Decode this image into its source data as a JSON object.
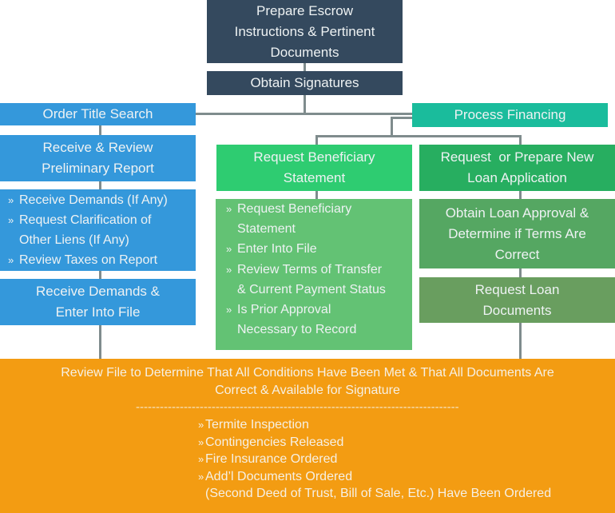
{
  "colors": {
    "navy": "#34495e",
    "blue": "#3498db",
    "teal": "#1abc9c",
    "green": "#2ecc71",
    "dark_green": "#27ae60",
    "light_green": "#63c274",
    "medium_green": "#55a762",
    "olive_green": "#699e5f",
    "orange": "#f39c12",
    "connector": "#7f8c8d"
  },
  "bullet": "»",
  "nodes": {
    "prepare_escrow": {
      "lines": [
        "Prepare Escrow",
        "Instructions & Pertinent",
        "Documents"
      ]
    },
    "obtain_signatures": {
      "lines": [
        "Obtain Signatures"
      ]
    },
    "order_title_search": {
      "lines": [
        "Order Title Search"
      ]
    },
    "receive_review_report": {
      "lines": [
        "Receive & Review",
        "Preliminary Report"
      ]
    },
    "receive_demands_enter": {
      "lines": [
        "Receive Demands &",
        "Enter Into File"
      ]
    },
    "process_financing": {
      "lines": [
        "Process Financing"
      ]
    },
    "request_beneficiary": {
      "lines": [
        "Request Beneficiary",
        "Statement"
      ]
    },
    "request_loan_application": {
      "lines": [
        "Request  or Prepare New",
        "Loan Application"
      ]
    },
    "obtain_loan_approval": {
      "lines": [
        "Obtain Loan Approval &",
        "Determine if Terms Are",
        "Correct"
      ]
    },
    "request_loan_documents": {
      "lines": [
        "Request Loan",
        "Documents"
      ]
    }
  },
  "title_search_list": [
    {
      "lines": [
        "Receive Demands (If Any)"
      ]
    },
    {
      "lines": [
        "Request Clarification of",
        "Other Liens (If Any)"
      ]
    },
    {
      "lines": [
        "Review Taxes on Report"
      ]
    }
  ],
  "beneficiary_list": [
    {
      "lines": [
        "Request Beneficiary",
        "Statement"
      ]
    },
    {
      "lines": [
        "Enter Into File"
      ]
    },
    {
      "lines": [
        "Review Terms of Transfer",
        "& Current Payment Status"
      ]
    },
    {
      "lines": [
        "Is Prior Approval",
        "Necessary to Record"
      ]
    }
  ],
  "final_review": {
    "heading_lines": [
      "Review File to Determine That All Conditions Have Been Met & That All Documents Are",
      "Correct & Available for Signature"
    ],
    "divider": "---------------------------------------------------------------------------------",
    "checklist": [
      {
        "lines": [
          "Termite Inspection"
        ]
      },
      {
        "lines": [
          "Contingencies Released"
        ]
      },
      {
        "lines": [
          "Fire Insurance Ordered"
        ]
      },
      {
        "lines": [
          "Add’l Documents Ordered",
          "(Second Deed of Trust, Bill of Sale, Etc.) Have Been Ordered"
        ]
      }
    ]
  }
}
